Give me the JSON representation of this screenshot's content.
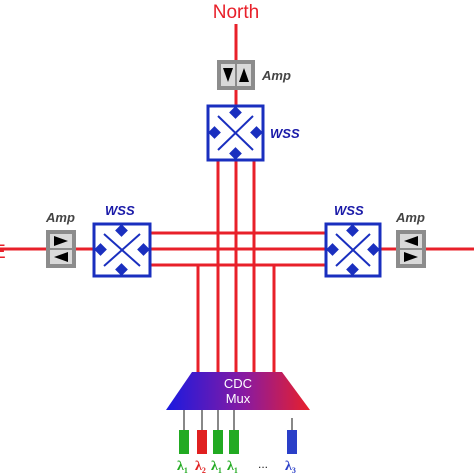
{
  "labels": {
    "north": "North",
    "east_partial": "E",
    "wss_top": "WSS",
    "wss_left": "WSS",
    "wss_right": "WSS",
    "amp_top": "Amp",
    "amp_left": "Amp",
    "amp_right": "Amp",
    "cdc_line1": "CDC",
    "cdc_line2": "Mux",
    "ellipsis": "..."
  },
  "wavelengths": [
    {
      "symbol": "λ",
      "sub": "1",
      "color": "#22aa22"
    },
    {
      "symbol": "λ",
      "sub": "2",
      "color": "#e02020"
    },
    {
      "symbol": "λ",
      "sub": "1",
      "color": "#22aa22"
    },
    {
      "symbol": "λ",
      "sub": "1",
      "color": "#22aa22"
    },
    {
      "symbol": "λ",
      "sub": "3",
      "color": "#2a3fc8"
    }
  ],
  "colors": {
    "fiber": "#e8202a",
    "wss_border": "#1a2fbf",
    "wss_arrow": "#1a2fbf",
    "amp_body": "#8c8c8c",
    "mux_left": "#1a1ae0",
    "mux_right": "#e8202a"
  }
}
